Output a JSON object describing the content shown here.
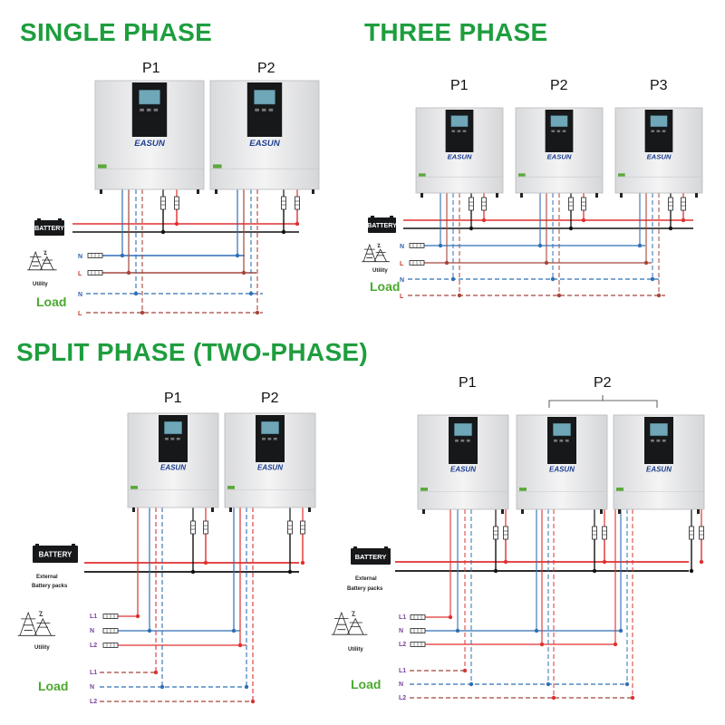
{
  "titles": {
    "single": "SINGLE PHASE",
    "three": "THREE PHASE",
    "split": "SPLIT PHASE (TWO-PHASE)"
  },
  "brand": "EASUN",
  "single": {
    "units": [
      "P1",
      "P2"
    ],
    "battery": "BATTERY",
    "utility": "Utility",
    "load": "Load",
    "lines": [
      "N",
      "L",
      "N",
      "L"
    ]
  },
  "three": {
    "units": [
      "P1",
      "P2",
      "P3"
    ],
    "battery": "BATTERY",
    "utility": "Utility",
    "load": "Load",
    "lines": [
      "N",
      "L",
      "N",
      "L"
    ]
  },
  "split_left": {
    "units": [
      "P1",
      "P2"
    ],
    "battery": "BATTERY",
    "battery_caption": [
      "External",
      "Battery packs"
    ],
    "utility": "Utility",
    "load": "Load",
    "lines": [
      "L1",
      "N",
      "L2",
      "L1",
      "N",
      "L2"
    ]
  },
  "split_right": {
    "units": [
      "P1",
      "P2"
    ],
    "battery": "BATTERY",
    "battery_caption": [
      "External",
      "Battery packs"
    ],
    "utility": "Utility",
    "load": "Load",
    "lines": [
      "L1",
      "N",
      "L2",
      "L1",
      "N",
      "L2"
    ]
  },
  "colors": {
    "title": "#1e9e3e",
    "load": "#4aa82e",
    "positive": "#e03030",
    "negative": "#111111",
    "neutral": "#2f6fb5",
    "live": "#a5463b",
    "load_live": "#a5463b",
    "line_label_blue": "#2f5fb0",
    "line_label_red": "#c0392b",
    "line_label_purple": "#7a3fa0"
  }
}
